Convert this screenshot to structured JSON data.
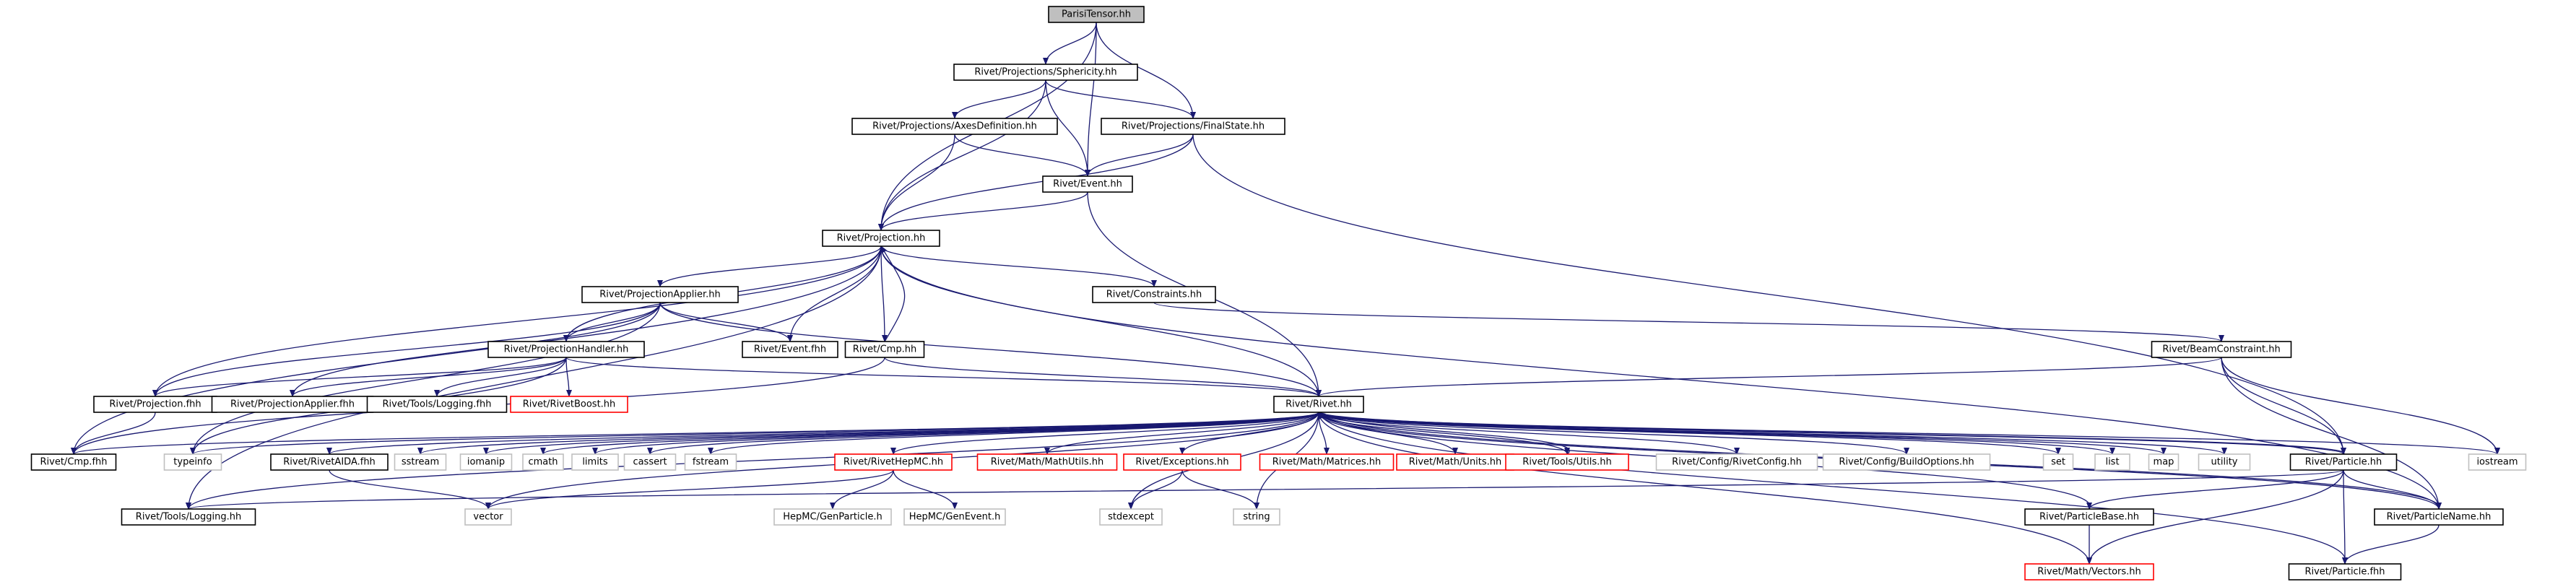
{
  "colors": {
    "edge": "#191970",
    "box_border": "#000000",
    "box_border_linked": "#ff0000",
    "box_border_external": "#bfbfbf",
    "root_fill": "#bfbfbf",
    "box_fill": "#ffffff"
  },
  "nodes": [
    {
      "id": "parisi",
      "label": "ParisiTensor.hh",
      "style": "root"
    },
    {
      "id": "sphericity",
      "label": "Rivet/Projections/Sphericity.hh",
      "style": "doc"
    },
    {
      "id": "axesdef",
      "label": "Rivet/Projections/AxesDefinition.hh",
      "style": "doc"
    },
    {
      "id": "finalstate",
      "label": "Rivet/Projections/FinalState.hh",
      "style": "doc"
    },
    {
      "id": "event",
      "label": "Rivet/Event.hh",
      "style": "doc"
    },
    {
      "id": "projection",
      "label": "Rivet/Projection.hh",
      "style": "doc"
    },
    {
      "id": "projapplier",
      "label": "Rivet/ProjectionApplier.hh",
      "style": "doc"
    },
    {
      "id": "constraints",
      "label": "Rivet/Constraints.hh",
      "style": "doc"
    },
    {
      "id": "eventfhh",
      "label": "Rivet/Event.fhh",
      "style": "doc"
    },
    {
      "id": "cmp",
      "label": "Rivet/Cmp.hh",
      "style": "doc"
    },
    {
      "id": "projhandler",
      "label": "Rivet/ProjectionHandler.hh",
      "style": "doc"
    },
    {
      "id": "beamconstraint",
      "label": "Rivet/BeamConstraint.hh",
      "style": "doc"
    },
    {
      "id": "projfhh",
      "label": "Rivet/Projection.fhh",
      "style": "doc"
    },
    {
      "id": "projapplierfhh",
      "label": "Rivet/ProjectionApplier.fhh",
      "style": "doc"
    },
    {
      "id": "toolslogfhh",
      "label": "Rivet/Tools/Logging.fhh",
      "style": "doc"
    },
    {
      "id": "rivetboost",
      "label": "Rivet/RivetBoost.hh",
      "style": "linked"
    },
    {
      "id": "rivet",
      "label": "Rivet/Rivet.hh",
      "style": "doc"
    },
    {
      "id": "cmpfhh",
      "label": "Rivet/Cmp.fhh",
      "style": "doc"
    },
    {
      "id": "typeinfo",
      "label": "typeinfo",
      "style": "external"
    },
    {
      "id": "rivetaida",
      "label": "Rivet/RivetAIDA.fhh",
      "style": "doc"
    },
    {
      "id": "sstream",
      "label": "sstream",
      "style": "external"
    },
    {
      "id": "iomanip",
      "label": "iomanip",
      "style": "external"
    },
    {
      "id": "cmath",
      "label": "cmath",
      "style": "external"
    },
    {
      "id": "limits",
      "label": "limits",
      "style": "external"
    },
    {
      "id": "cassert",
      "label": "cassert",
      "style": "external"
    },
    {
      "id": "fstream",
      "label": "fstream",
      "style": "external"
    },
    {
      "id": "rivethepmc",
      "label": "Rivet/RivetHepMC.hh",
      "style": "linked"
    },
    {
      "id": "mathutils",
      "label": "Rivet/Math/MathUtils.hh",
      "style": "linked"
    },
    {
      "id": "exceptions",
      "label": "Rivet/Exceptions.hh",
      "style": "linked"
    },
    {
      "id": "matrices",
      "label": "Rivet/Math/Matrices.hh",
      "style": "linked"
    },
    {
      "id": "units",
      "label": "Rivet/Math/Units.hh",
      "style": "linked"
    },
    {
      "id": "toolsutils",
      "label": "Rivet/Tools/Utils.hh",
      "style": "linked"
    },
    {
      "id": "rivetconfig",
      "label": "Rivet/Config/RivetConfig.hh",
      "style": "external"
    },
    {
      "id": "buildoptions",
      "label": "Rivet/Config/BuildOptions.hh",
      "style": "external"
    },
    {
      "id": "set",
      "label": "set",
      "style": "external"
    },
    {
      "id": "list",
      "label": "list",
      "style": "external"
    },
    {
      "id": "map",
      "label": "map",
      "style": "external"
    },
    {
      "id": "utility",
      "label": "utility",
      "style": "external"
    },
    {
      "id": "particle",
      "label": "Rivet/Particle.hh",
      "style": "doc"
    },
    {
      "id": "iostream",
      "label": "iostream",
      "style": "external"
    },
    {
      "id": "toolslogging",
      "label": "Rivet/Tools/Logging.hh",
      "style": "doc"
    },
    {
      "id": "vector",
      "label": "vector",
      "style": "external"
    },
    {
      "id": "genparticle",
      "label": "HepMC/GenParticle.h",
      "style": "external"
    },
    {
      "id": "genevent",
      "label": "HepMC/GenEvent.h",
      "style": "external"
    },
    {
      "id": "stdexcept",
      "label": "stdexcept",
      "style": "external"
    },
    {
      "id": "string",
      "label": "string",
      "style": "external"
    },
    {
      "id": "particlebase",
      "label": "Rivet/ParticleBase.hh",
      "style": "doc"
    },
    {
      "id": "particlename",
      "label": "Rivet/ParticleName.hh",
      "style": "doc"
    },
    {
      "id": "vectors",
      "label": "Rivet/Math/Vectors.hh",
      "style": "linked"
    },
    {
      "id": "particlefhh",
      "label": "Rivet/Particle.fhh",
      "style": "doc"
    }
  ],
  "edges": [
    [
      "parisi",
      "sphericity"
    ],
    [
      "parisi",
      "finalstate"
    ],
    [
      "parisi",
      "event"
    ],
    [
      "parisi",
      "projection"
    ],
    [
      "sphericity",
      "axesdef"
    ],
    [
      "sphericity",
      "finalstate"
    ],
    [
      "sphericity",
      "event"
    ],
    [
      "sphericity",
      "projection"
    ],
    [
      "axesdef",
      "event"
    ],
    [
      "axesdef",
      "projection"
    ],
    [
      "finalstate",
      "event"
    ],
    [
      "finalstate",
      "projection"
    ],
    [
      "finalstate",
      "particle"
    ],
    [
      "event",
      "projection"
    ],
    [
      "event",
      "rivet"
    ],
    [
      "projection",
      "projapplier"
    ],
    [
      "projection",
      "constraints"
    ],
    [
      "projection",
      "eventfhh"
    ],
    [
      "projection",
      "cmp"
    ],
    [
      "projection",
      "projhandler"
    ],
    [
      "projection",
      "projfhh"
    ],
    [
      "projection",
      "rivet"
    ],
    [
      "projection",
      "cmpfhh"
    ],
    [
      "projection",
      "toolslogging"
    ],
    [
      "projection",
      "particlename"
    ],
    [
      "projapplier",
      "eventfhh"
    ],
    [
      "projapplier",
      "projhandler"
    ],
    [
      "projapplier",
      "projfhh"
    ],
    [
      "projapplier",
      "projapplierfhh"
    ],
    [
      "projapplier",
      "rivet"
    ],
    [
      "projapplier",
      "typeinfo"
    ],
    [
      "constraints",
      "beamconstraint"
    ],
    [
      "cmp",
      "projection"
    ],
    [
      "cmp",
      "rivet"
    ],
    [
      "cmp",
      "cmpfhh"
    ],
    [
      "projhandler",
      "projfhh"
    ],
    [
      "projhandler",
      "projapplierfhh"
    ],
    [
      "projhandler",
      "toolslogfhh"
    ],
    [
      "projhandler",
      "rivetboost"
    ],
    [
      "projhandler",
      "rivet"
    ],
    [
      "projhandler",
      "typeinfo"
    ],
    [
      "beamconstraint",
      "rivet"
    ],
    [
      "beamconstraint",
      "particle"
    ],
    [
      "beamconstraint",
      "particlename"
    ],
    [
      "beamconstraint",
      "iostream"
    ],
    [
      "projfhh",
      "cmpfhh"
    ],
    [
      "rivet",
      "cmpfhh"
    ],
    [
      "rivet",
      "typeinfo"
    ],
    [
      "rivet",
      "rivetaida"
    ],
    [
      "rivet",
      "sstream"
    ],
    [
      "rivet",
      "iomanip"
    ],
    [
      "rivet",
      "cmath"
    ],
    [
      "rivet",
      "limits"
    ],
    [
      "rivet",
      "cassert"
    ],
    [
      "rivet",
      "fstream"
    ],
    [
      "rivet",
      "rivethepmc"
    ],
    [
      "rivet",
      "mathutils"
    ],
    [
      "rivet",
      "exceptions"
    ],
    [
      "rivet",
      "matrices"
    ],
    [
      "rivet",
      "units"
    ],
    [
      "rivet",
      "toolsutils"
    ],
    [
      "rivet",
      "rivetconfig"
    ],
    [
      "rivet",
      "buildoptions"
    ],
    [
      "rivet",
      "set"
    ],
    [
      "rivet",
      "list"
    ],
    [
      "rivet",
      "map"
    ],
    [
      "rivet",
      "utility"
    ],
    [
      "rivet",
      "particle"
    ],
    [
      "rivet",
      "iostream"
    ],
    [
      "rivet",
      "toolslogging"
    ],
    [
      "rivet",
      "vector"
    ],
    [
      "rivet",
      "stdexcept"
    ],
    [
      "rivet",
      "string"
    ],
    [
      "rivet",
      "vectors"
    ],
    [
      "rivet",
      "particlename"
    ],
    [
      "rivetaida",
      "vector"
    ],
    [
      "rivethepmc",
      "vector"
    ],
    [
      "rivethepmc",
      "genparticle"
    ],
    [
      "rivethepmc",
      "genevent"
    ],
    [
      "exceptions",
      "stdexcept"
    ],
    [
      "exceptions",
      "string"
    ],
    [
      "toolsutils",
      "rivet"
    ],
    [
      "particle",
      "rivet"
    ],
    [
      "particle",
      "particlebase"
    ],
    [
      "particle",
      "particlename"
    ],
    [
      "particle",
      "vectors"
    ],
    [
      "particle",
      "particlefhh"
    ],
    [
      "particle",
      "toolslogging"
    ],
    [
      "particlebase",
      "rivet"
    ],
    [
      "particlebase",
      "vectors"
    ],
    [
      "particlename",
      "rivet"
    ],
    [
      "particlename",
      "particlefhh"
    ],
    [
      "particlefhh",
      "rivet"
    ]
  ]
}
